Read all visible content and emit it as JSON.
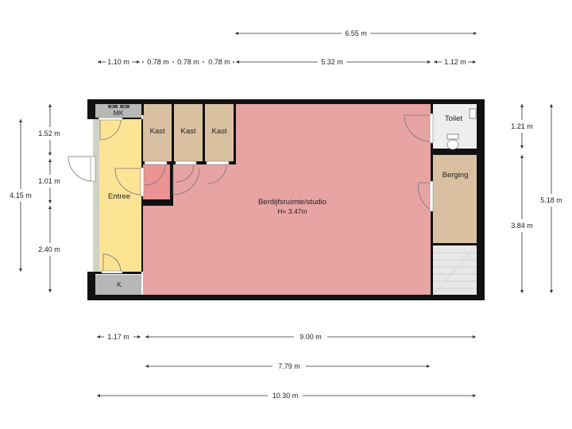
{
  "colors": {
    "wall": "#111111",
    "studio": "#e8a3a3",
    "entree": "#fde495",
    "kast": "#d8c0a1",
    "hall": "#ec9393",
    "small_room": "#b7b7b7",
    "toilet": "#eeeeee",
    "dim_line": "#333333"
  },
  "rooms": {
    "studio": {
      "name": "Berdijfsruimte/studio",
      "height": "H= 3.47m"
    },
    "entree": "Entree",
    "kast_1": "Kast",
    "kast_2": "Kast",
    "kast_3": "Kast",
    "mk": "MK",
    "k": "K",
    "toilet": "Toilet",
    "berging": "Berging"
  },
  "dimensions": {
    "top_total": "6.55 m",
    "top_row": [
      "1.10 m",
      "0.78 m",
      "0.78 m",
      "0.78 m",
      "5.32 m",
      "1.12 m"
    ],
    "left_total": "4.15 m",
    "left_row": [
      "1.52 m",
      "1.01 m",
      "2.40 m"
    ],
    "right_row": [
      "1.21 m",
      "3.84 m"
    ],
    "right_total": "5.18 m",
    "bottom_row": [
      "1.17 m",
      "9.00 m"
    ],
    "bottom_mid": "7.79 m",
    "bottom_total": "10.30 m"
  }
}
